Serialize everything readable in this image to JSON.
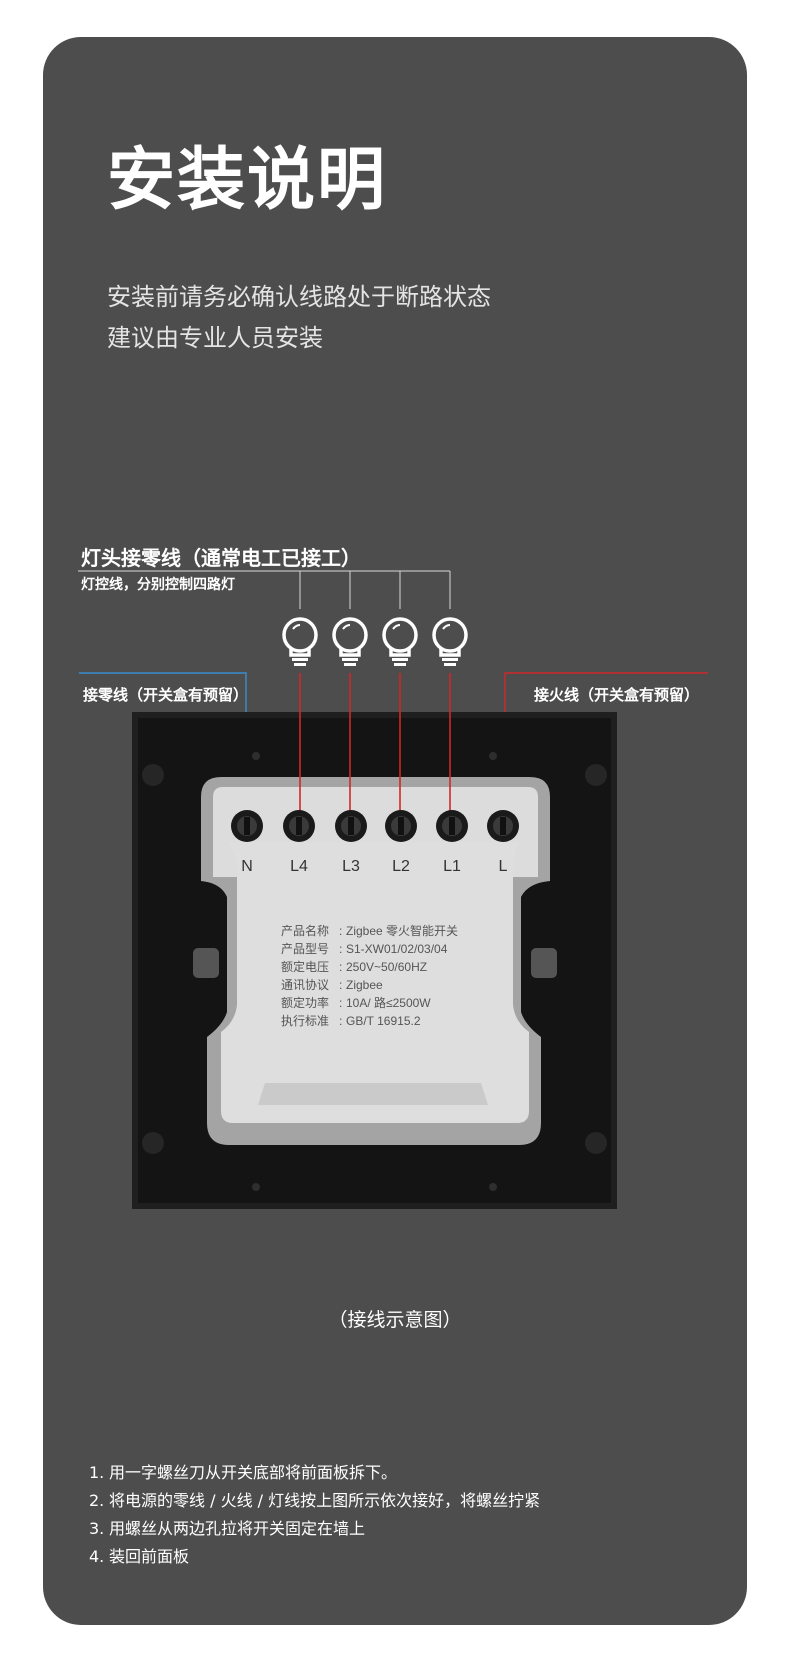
{
  "title": "安装说明",
  "subtitle": [
    "安装前请务必确认线路处于断路状态",
    "建议由专业人员安装"
  ],
  "wiring_labels": {
    "top_main": "灯头接零线（通常电工已接工）",
    "top_sub": "灯控线，分别控制四路灯",
    "neutral": "接零线（开关盒有预留）",
    "live": "接火线（开关盒有预留）"
  },
  "terminals": [
    "N",
    "L4",
    "L3",
    "L2",
    "L1",
    "L"
  ],
  "spec_sheet": [
    {
      "label": "产品名称",
      "value": "Zigbee 零火智能开关"
    },
    {
      "label": "产品型号",
      "value": "S1-XW01/02/03/04"
    },
    {
      "label": "额定电压",
      "value": "250V~50/60HZ"
    },
    {
      "label": "通讯协议",
      "value": "Zigbee"
    },
    {
      "label": "额定功率",
      "value": "10A/ 路≤2500W"
    },
    {
      "label": "执行标准",
      "value": "GB/T 16915.2"
    }
  ],
  "caption": "（接线示意图）",
  "steps": [
    {
      "num": "1.",
      "text": "用一字螺丝刀从开关底部将前面板拆下。"
    },
    {
      "num": "2.",
      "text": "将电源的零线 / 火线 / 灯线按上图所示依次接好，将螺丝拧紧"
    },
    {
      "num": "3.",
      "text": "用螺丝从两边孔拉将开关固定在墙上"
    },
    {
      "num": "4.",
      "text": "装回前面板"
    }
  ],
  "colors": {
    "panel": "#4d4d4d",
    "neutral_wire": "#3a8fd0",
    "live_wire": "#d02828",
    "lamp_wire": "#c8c8c8"
  }
}
